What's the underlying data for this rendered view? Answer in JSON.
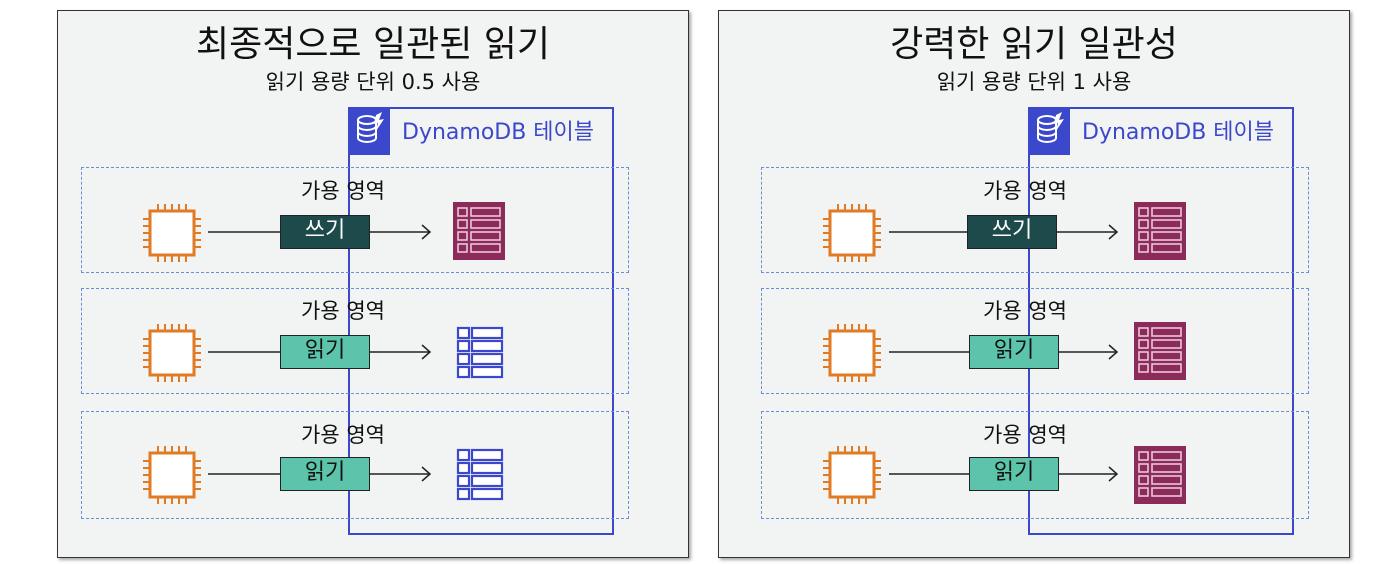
{
  "left": {
    "title": "최종적으로 일관된 읽기",
    "subtitle": "읽기 용량 단위 0.5 사용",
    "table_label": "DynamoDB 테이블",
    "zones": [
      {
        "label": "가용 영역",
        "op": "쓰기",
        "op_kind": "write",
        "replica_state": "current"
      },
      {
        "label": "가용 영역",
        "op": "읽기",
        "op_kind": "read",
        "replica_state": "stale"
      },
      {
        "label": "가용 영역",
        "op": "읽기",
        "op_kind": "read",
        "replica_state": "stale"
      }
    ]
  },
  "right": {
    "title": "강력한 읽기 일관성",
    "subtitle": "읽기 용량 단위 1 사용",
    "table_label": "DynamoDB 테이블",
    "zones": [
      {
        "label": "가용 영역",
        "op": "쓰기",
        "op_kind": "write",
        "replica_state": "current"
      },
      {
        "label": "가용 영역",
        "op": "읽기",
        "op_kind": "read",
        "replica_state": "current"
      },
      {
        "label": "가용 영역",
        "op": "읽기",
        "op_kind": "read",
        "replica_state": "current"
      }
    ]
  },
  "colors": {
    "instance_orange": "#e07b24",
    "table_blue": "#3b48cc",
    "replica_current": "#8c2b5a",
    "replica_stale_outline": "#3b48cc",
    "write_fill": "#1d4a4a",
    "read_fill": "#5cc4aa"
  },
  "icons": {
    "instance": "ec2-instance-icon",
    "table": "dynamodb-icon",
    "replica": "table-partition-icon"
  }
}
